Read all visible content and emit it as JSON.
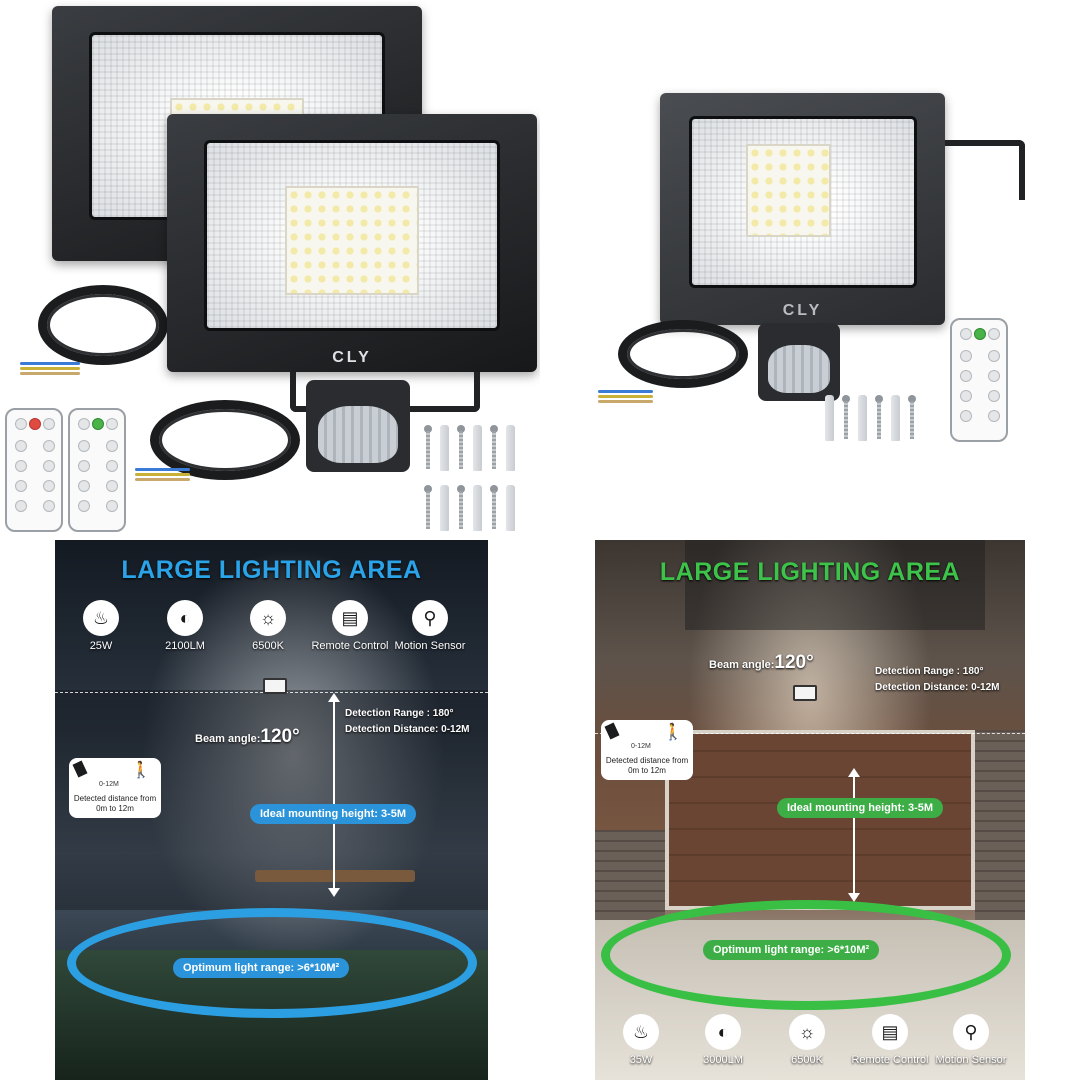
{
  "brand": {
    "logo_text": "CLY"
  },
  "colors": {
    "blue_accent": "#2aa3e8",
    "green_accent": "#3dc24a",
    "device_body": "#1b1c1e"
  },
  "panel_blue": {
    "headline": "LARGE LIGHTING AREA",
    "features": [
      {
        "icon": "lamp-icon",
        "label": "25W"
      },
      {
        "icon": "brightness-icon",
        "label": "2100LM"
      },
      {
        "icon": "bulb-icon",
        "label": "6500K"
      },
      {
        "icon": "remote-icon",
        "label": "Remote Control"
      },
      {
        "icon": "motion-icon",
        "label": "Motion Sensor"
      }
    ],
    "beam_label": "Beam angle:",
    "beam_value": "120°",
    "detection_range": "Detection Range : 180°",
    "detection_distance": "Detection Distance:  0-12M",
    "card_distance": "0-12M",
    "card_text": "Detected distance from 0m to 12m",
    "mounting": "Ideal mounting height: 3-5M",
    "light_range": "Optimum light range: >6*10M²"
  },
  "panel_green": {
    "headline": "LARGE LIGHTING AREA",
    "features": [
      {
        "icon": "lamp-icon",
        "label": "35W"
      },
      {
        "icon": "brightness-icon",
        "label": "3000LM"
      },
      {
        "icon": "bulb-icon",
        "label": "6500K"
      },
      {
        "icon": "remote-icon",
        "label": "Remote Control"
      },
      {
        "icon": "motion-icon",
        "label": "Motion Sensor"
      }
    ],
    "beam_label": "Beam angle:",
    "beam_value": "120°",
    "detection_range": "Detection Range : 180°",
    "detection_distance": "Detection Distance:  0-12M",
    "card_distance": "0-12M",
    "card_text": "Detected distance from 0m to 12m",
    "mounting": "Ideal mounting height: 3-5M",
    "light_range": "Optimum light range: >6*10M²"
  }
}
